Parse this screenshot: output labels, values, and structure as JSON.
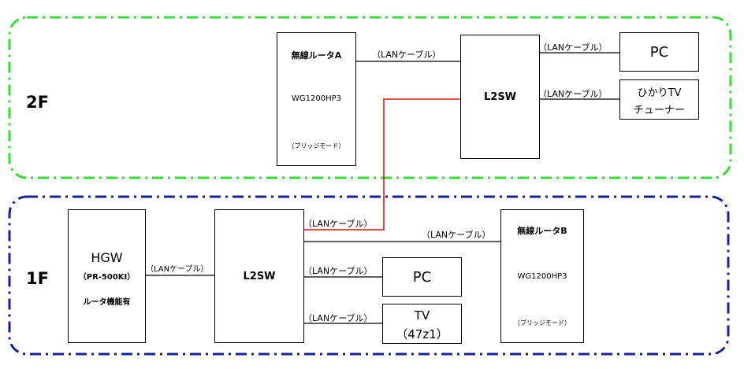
{
  "floors": {
    "upper": "2F",
    "lower": "1F"
  },
  "colors": {
    "upper_zone": "#33dd33",
    "lower_zone": "#1a2299",
    "uplink": "#dd1111",
    "line": "#000000"
  },
  "nodes": {
    "router_a": {
      "name": "無線ルータA",
      "model": "WG1200HP3",
      "mode": "（ブリッジモード）"
    },
    "l2sw_2f": {
      "name": "L2SW"
    },
    "pc_2f": {
      "name": "PC"
    },
    "tv_tuner": {
      "line1": "ひかりTV",
      "line2": "チューナー"
    },
    "hgw": {
      "name": "HGW",
      "model": "（PR-500KI）",
      "note": "ルータ機能有"
    },
    "l2sw_1f": {
      "name": "L2SW"
    },
    "pc_1f": {
      "name": "PC"
    },
    "tv_1f": {
      "line1": "TV",
      "line2": "（47z1）"
    },
    "router_b": {
      "name": "無線ルータB",
      "model": "WG1200HP3",
      "mode": "（ブリッジモード）"
    }
  },
  "links": {
    "router_a_l2sw": "（LANケーブル）",
    "l2sw_pc_2f": "（LANケーブル）",
    "l2sw_tuner": "（LANケーブル）",
    "hgw_l2sw": "（LANケーブル）",
    "uplink": "（LANケーブル）",
    "l2sw_router_b": "（LANケーブル）",
    "l2sw_pc_1f": "（LANケーブル）",
    "l2sw_tv": "（LANケーブル）"
  }
}
